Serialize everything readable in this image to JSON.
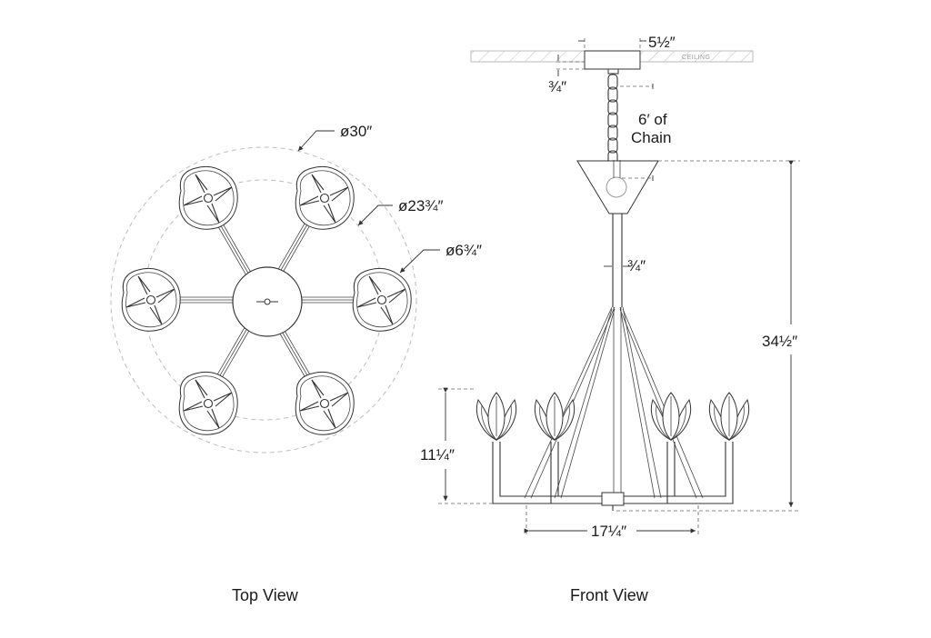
{
  "title": "Chandelier dimension drawing",
  "top_view": {
    "caption": "Top View",
    "dimensions": {
      "outer_diameter": "ø30″",
      "inner_diameter": "ø23¾″",
      "shade_diameter": "ø6¾″"
    },
    "arm_count": 6
  },
  "front_view": {
    "caption": "Front View",
    "ceiling_label": "CEILING",
    "dimensions": {
      "canopy_width": "5½″",
      "canopy_height": "¾″",
      "chain_length": [
        "6′ of",
        "Chain"
      ],
      "stem_width": "¾″",
      "overall_height": "34½″",
      "body_height": "11¼″",
      "body_width": "17¼″"
    }
  }
}
